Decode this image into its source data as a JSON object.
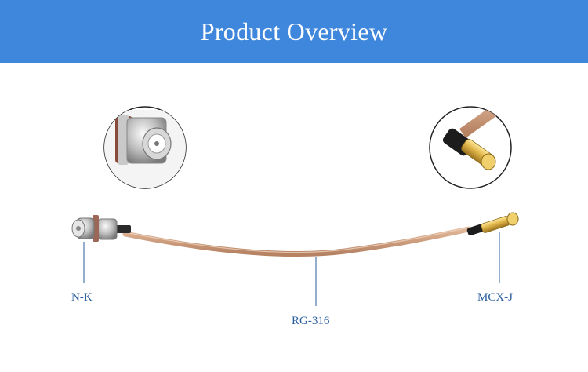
{
  "header": {
    "title": "Product Overview",
    "background": "#3f87dc"
  },
  "labels": {
    "left_connector": "N-K",
    "cable": "RG-316",
    "right_connector": "MCX-J",
    "color": "#2a5f9e"
  },
  "detail_views": [
    {
      "name": "n-k-connector-closeup"
    },
    {
      "name": "mcx-j-connector-closeup"
    }
  ]
}
